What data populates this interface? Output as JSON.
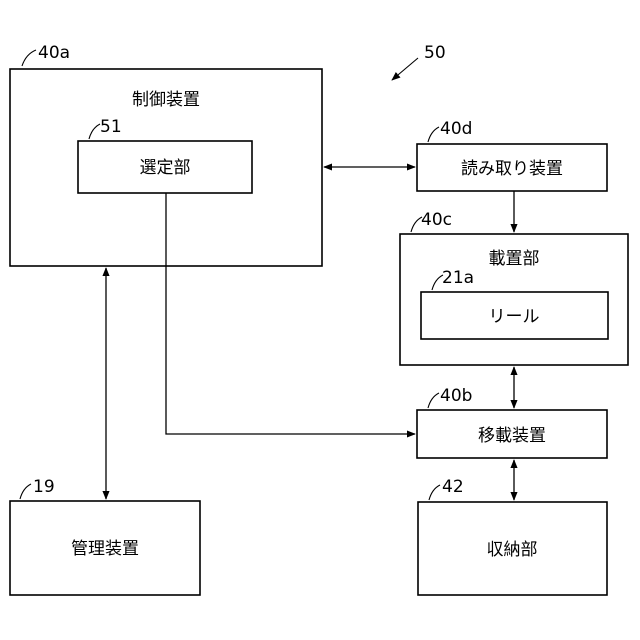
{
  "figure_ref": "50",
  "colors": {
    "line": "#000000",
    "background": "#ffffff"
  },
  "blocks": {
    "control": {
      "ref": "40a",
      "label": "制御装置"
    },
    "selector": {
      "ref": "51",
      "label": "選定部"
    },
    "reader": {
      "ref": "40d",
      "label": "読み取り装置"
    },
    "placement": {
      "ref": "40c",
      "label": "載置部"
    },
    "reel": {
      "ref": "21a",
      "label": "リール"
    },
    "transfer": {
      "ref": "40b",
      "label": "移載装置"
    },
    "management": {
      "ref": "19",
      "label": "管理装置"
    },
    "storage": {
      "ref": "42",
      "label": "収納部"
    }
  }
}
